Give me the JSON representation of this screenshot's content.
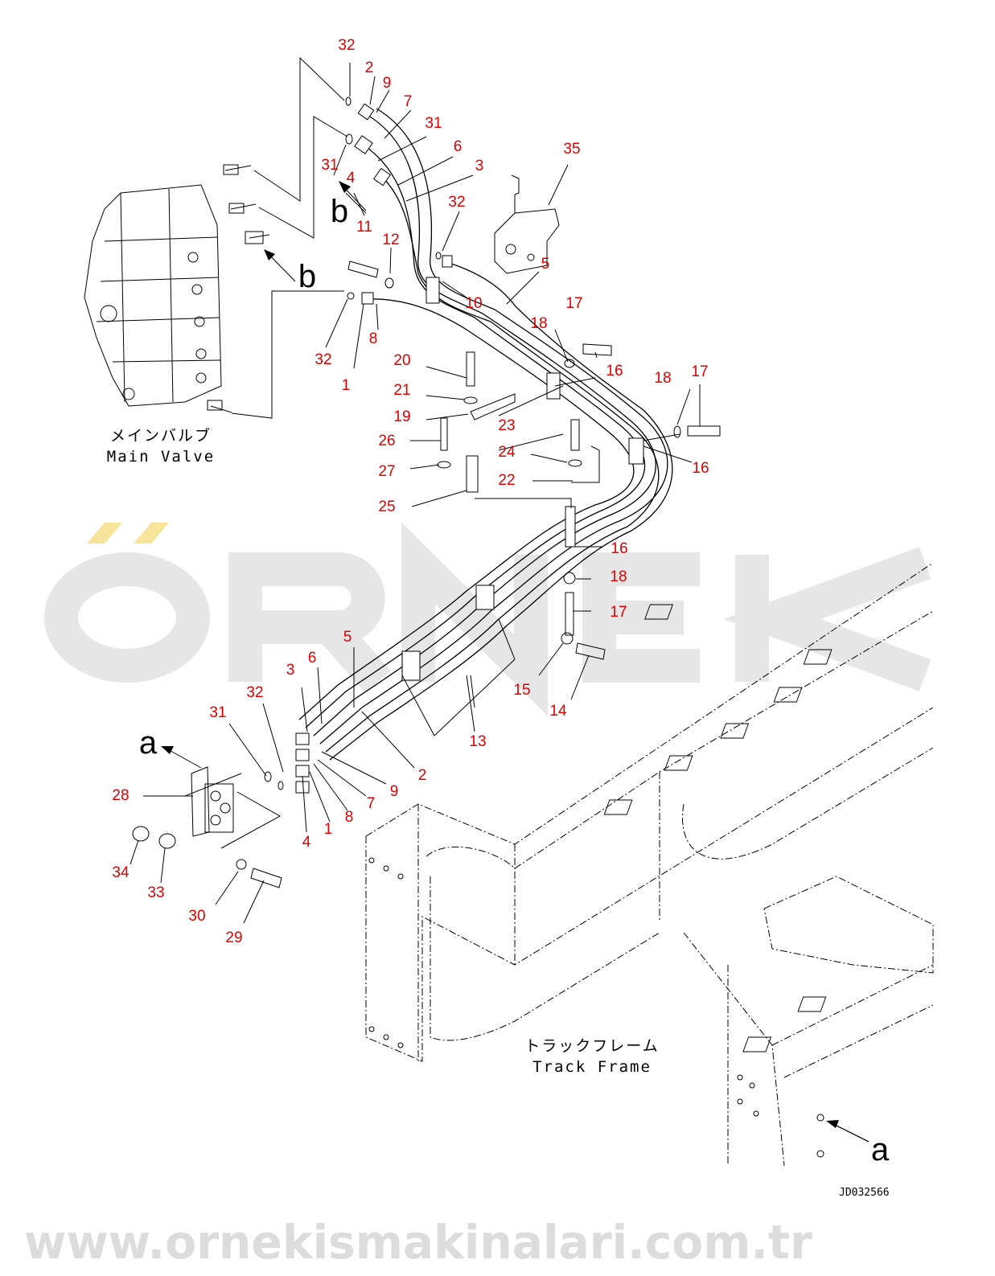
{
  "drawing_code": "JD032566",
  "labels": {
    "main_valve_jp": "メインバルブ",
    "main_valve_en": "Main Valve",
    "track_frame_jp": "トラックフレーム",
    "track_frame_en": "Track Frame"
  },
  "view_markers": [
    "b",
    "b",
    "a",
    "a"
  ],
  "watermark": {
    "brand": "ÖRNEK",
    "url": "www.ornekismakinalari.com.tr"
  },
  "colors": {
    "callout": "#e00000",
    "watermark": "#dcdcdc",
    "watermark_accent": "#f7e39a"
  },
  "callouts": [
    "32",
    "2",
    "9",
    "7",
    "31",
    "6",
    "3",
    "35",
    "31",
    "4",
    "11",
    "32",
    "12",
    "5",
    "10",
    "8",
    "32",
    "1",
    "17",
    "18",
    "20",
    "16",
    "18",
    "17",
    "21",
    "19",
    "23",
    "26",
    "24",
    "16",
    "27",
    "22",
    "25",
    "16",
    "18",
    "17",
    "5",
    "6",
    "3",
    "32",
    "31",
    "15",
    "14",
    "13",
    "2",
    "9",
    "7",
    "28",
    "8",
    "1",
    "4",
    "34",
    "33",
    "30",
    "29"
  ]
}
